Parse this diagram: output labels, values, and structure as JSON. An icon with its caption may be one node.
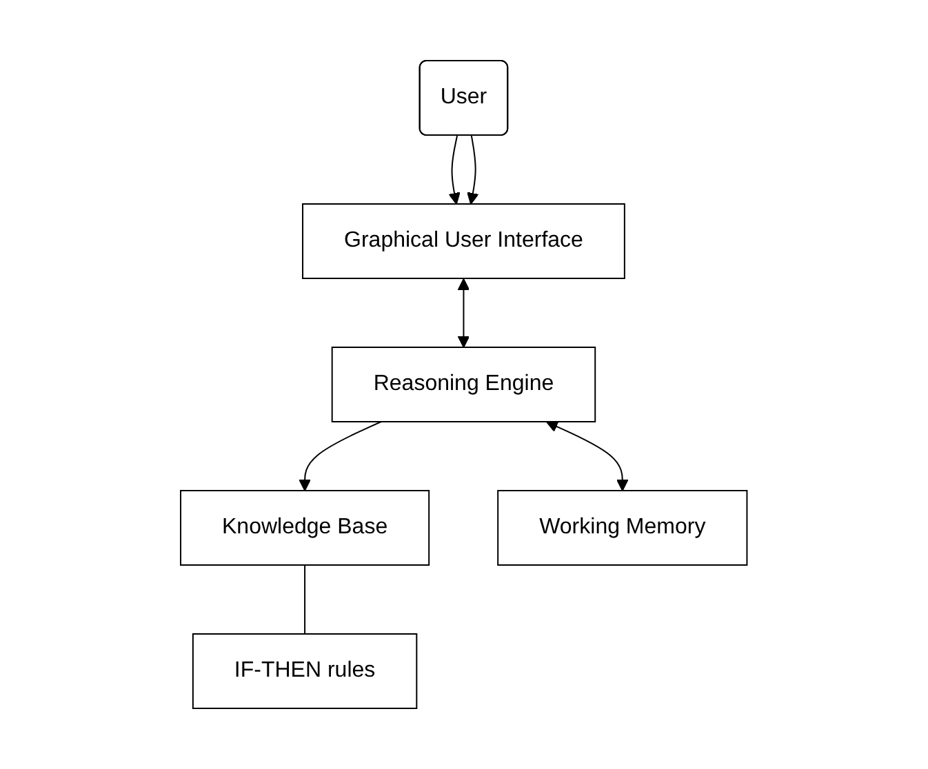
{
  "diagram": {
    "nodes": [
      {
        "text": [
          "User"
        ]
      },
      {
        "text": [
          "Graphical User Interface"
        ]
      },
      {
        "text": [
          "Reasoning Engine"
        ]
      },
      {
        "text": [
          "Knowledge Base"
        ]
      },
      {
        "text": [
          "Working Memory"
        ]
      },
      {
        "text": [
          "IF-THEN rules"
        ]
      }
    ],
    "edges": [
      {
        "from": 0,
        "to": 1,
        "arrow": "to"
      },
      {
        "from": 0,
        "to": 1,
        "arrow": "to"
      },
      {
        "from": 1,
        "to": 2,
        "arrow": "both"
      },
      {
        "from": 2,
        "to": 3,
        "arrow": "to"
      },
      {
        "from": 2,
        "to": 4,
        "arrow": "both"
      },
      {
        "from": 3,
        "to": 5,
        "arrow": "none"
      }
    ]
  }
}
